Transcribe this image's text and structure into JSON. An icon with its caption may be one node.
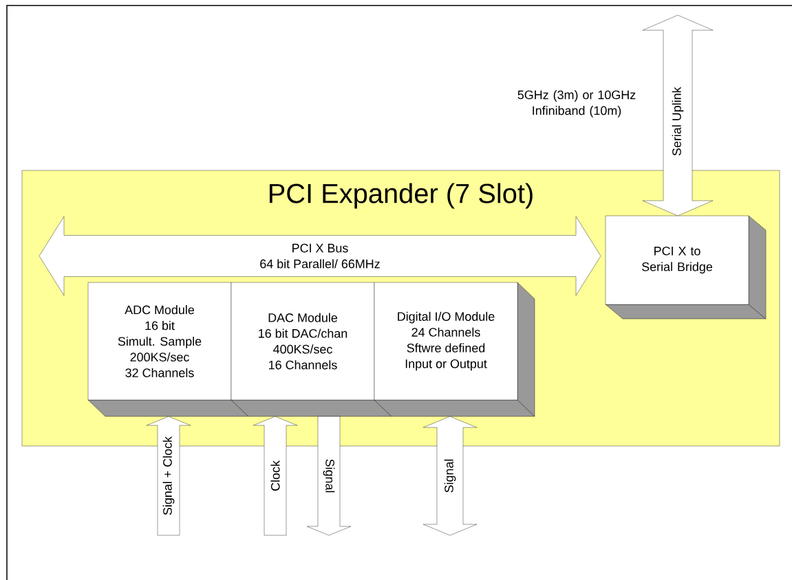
{
  "diagram": {
    "nodes": [
      {
        "text": [
          "PCI Expander (7 Slot)"
        ]
      },
      {
        "text": [
          "PCI X Bus",
          "64 bit Parallel/ 66MHz"
        ],
        "in": 0
      },
      {
        "text": [
          "PCI X to Serial Bridge"
        ],
        "in": 0
      },
      {
        "text": [
          "ADC Module",
          "16 bit",
          "Simult. Sample",
          "200KS/sec",
          "32 Channels"
        ],
        "in": 0
      },
      {
        "text": [
          "DAC Module",
          "16 bit DAC/chan",
          "400KS/sec",
          "16 Channels"
        ],
        "in": 0
      },
      {
        "text": [
          "Digital I/O Module",
          "24 Channels",
          "Sftwre defined",
          "Input or Output"
        ],
        "in": 0
      }
    ],
    "edges": [
      {
        "from": null,
        "to": 2,
        "arrow": "both",
        "label": "Serial Uplink"
      },
      {
        "from": null,
        "to": 3,
        "arrow": "to",
        "label": "Signal + Clock"
      },
      {
        "from": null,
        "to": 4,
        "arrow": "to",
        "label": "Clock"
      },
      {
        "from": 4,
        "to": null,
        "arrow": "to",
        "label": "Signal"
      },
      {
        "from": null,
        "to": 5,
        "arrow": "both",
        "label": "Signal"
      }
    ],
    "labels": [
      "5GHz (3m) or 10GHz Infiniband (10m)"
    ]
  }
}
